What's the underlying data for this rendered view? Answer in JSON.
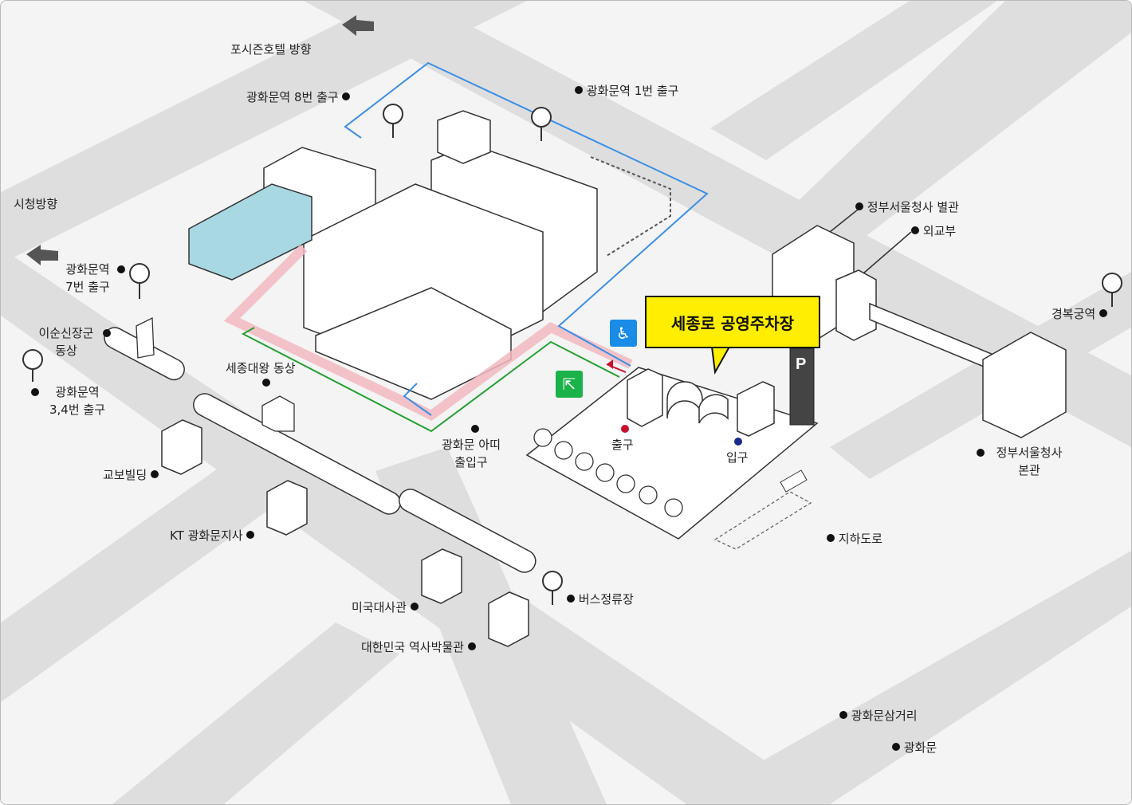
{
  "parking_name": "세종로 공영주차장",
  "labels": {
    "four_seasons": "포시즌호텔 방향",
    "exit8": "광화문역 8번 출구",
    "exit1": "광화문역 1번 출구",
    "city_hall": "시청방향",
    "exit7": "광화문역\n7번 출구",
    "yi_sun_sin": "이순신장군\n동상",
    "exit34": "광화문역\n3,4번 출구",
    "sejong_statue": "세종대왕 동상",
    "kyobo": "교보빌딩",
    "kt": "KT 광화문지사",
    "us_embassy": "미국대사관",
    "museum": "대한민국 역사박물관",
    "bus_stop": "버스정류장",
    "arte": "광화문 아띠\n출입구",
    "gov_annex": "정부서울청사 별관",
    "mofa": "외교부",
    "gyeongbokgung": "경복궁역",
    "gov_main": "정부서울청사\n본관",
    "underpass": "지하도로",
    "exit_label": "출구",
    "entrance_label": "입구",
    "samgeori": "광화문삼거리",
    "gwanghwamun": "광화문"
  },
  "icons": {
    "wheelchair": "wheelchair-icon",
    "exit": "emergency-exit-icon",
    "bus_stop": "bus-stop-sign-icon",
    "parking": "parking-sign-icon",
    "direction_arrow": "direction-arrow-icon"
  },
  "colors": {
    "road": "#dedede",
    "blue_route": "#3a8fe6",
    "green_route": "#22a030",
    "pink_route": "#f2b8c0",
    "callout": "#ffee00",
    "building_tint": "#a8d8e2"
  }
}
